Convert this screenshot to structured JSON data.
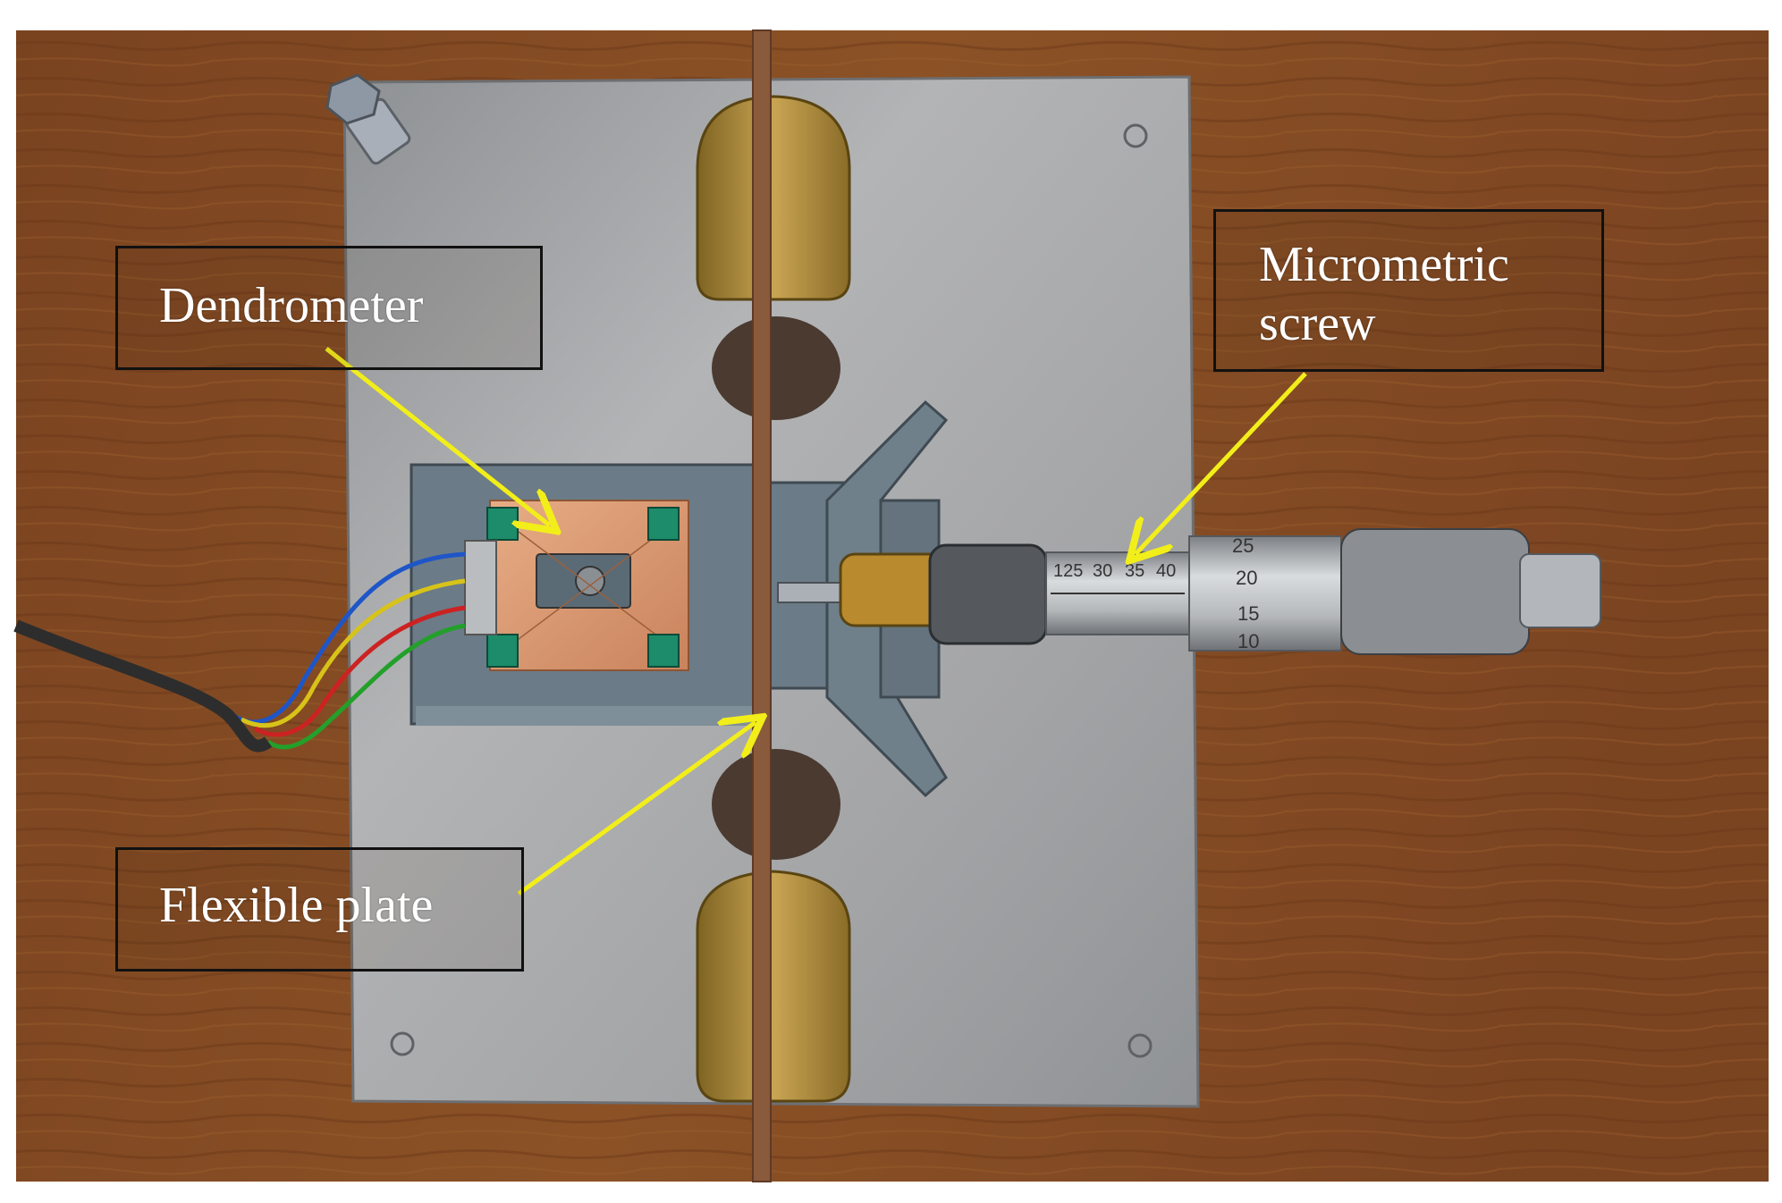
{
  "labels": {
    "dendrometer": "Dendrometer",
    "micrometric_screw_line1": "Micrometric",
    "micrometric_screw_line2": "screw",
    "flexible_plate": "Flexible plate"
  },
  "micrometer_scale": {
    "sleeve_ticks": [
      "125",
      "30",
      "35",
      "40"
    ],
    "thimble_ticks": [
      "25",
      "20",
      "15",
      "10"
    ]
  },
  "colors": {
    "annotation_arrow": "#f2ee1a",
    "annotation_text": "#ffffff",
    "annotation_border": "#111111",
    "wood_background": "#8a4f24",
    "steel_plate": "#a9a9ab",
    "brass": "#b08c3a",
    "copper_sensor": "#d99a73",
    "plastic_holder": "#6f7f8a",
    "terminal_green": "#1c8c6a"
  }
}
